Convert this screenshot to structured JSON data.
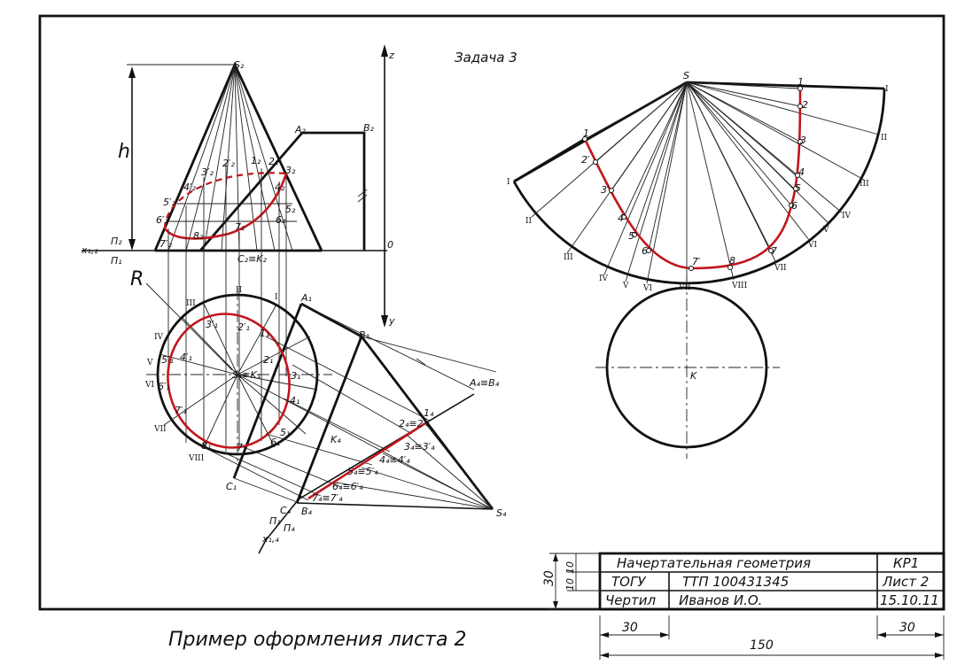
{
  "task_label": "Задача 3",
  "height_label": "h",
  "radius_label": "R",
  "points": {
    "S2": "S₂",
    "A2": "A₂",
    "B2": "B₂",
    "C2K2": "C₂≡K₂",
    "pts2": [
      "1₂",
      "2₂",
      "3₂",
      "4₂",
      "5₂",
      "6₂",
      "7₂",
      "8₂",
      "2′₂",
      "3′₂",
      "4′₂",
      "5′₂",
      "6′₂",
      "7′₂"
    ],
    "A1": "A₁",
    "B1": "B₁",
    "C1": "C₁",
    "S1K1": "S₁≡K₁",
    "pts1": [
      "1₁",
      "2₁",
      "3₁",
      "4₁",
      "5₁",
      "6₁",
      "7₁",
      "8₁",
      "2′₁",
      "3′₁",
      "4′₁",
      "5′₁",
      "6′₁",
      "7′₁"
    ],
    "A4B4": "A₄≡B₄",
    "C4": "C₄",
    "B4": "B₄",
    "S4": "S₄",
    "K4": "K₄",
    "pts4": [
      "1₄",
      "2₄≡2′₄",
      "3₄≡3′₄",
      "4₄≡4′₄",
      "5₄≡5′₄",
      "6₄≡6′₄",
      "7₄≡7′₄"
    ],
    "dev_S": "S",
    "dev_K": "K",
    "dev_pts": [
      "1",
      "2",
      "3",
      "4",
      "5",
      "6",
      "7",
      "8",
      "2′",
      "3′",
      "4′",
      "5′",
      "6′",
      "7′",
      "1"
    ],
    "axis_z": "z",
    "axis_y": "y",
    "axis_0": "0",
    "x12": "x₁,₂",
    "pi2": "П₂",
    "pi1": "П₁",
    "x14": "x₁,₄",
    "pi1b": "П₁",
    "pi4": "П₄",
    "roman": [
      "I",
      "II",
      "III",
      "IV",
      "V",
      "VI",
      "VII",
      "VIII"
    ]
  },
  "title_block": {
    "subject": "Начертательная геометрия",
    "code": "КР1",
    "org": "ТОГУ",
    "doc": "ТТП 100431345",
    "sheet": "Лист 2",
    "role": "Чертил",
    "author": "Иванов И.О.",
    "date": "15.10.11"
  },
  "dims": {
    "d30": "30",
    "d10a": "10",
    "d10b": "10",
    "w30a": "30",
    "w150": "150",
    "w30b": "30"
  },
  "caption": "Пример оформления листа 2",
  "colors": {
    "curve": "#c0161c",
    "line": "#111111"
  }
}
